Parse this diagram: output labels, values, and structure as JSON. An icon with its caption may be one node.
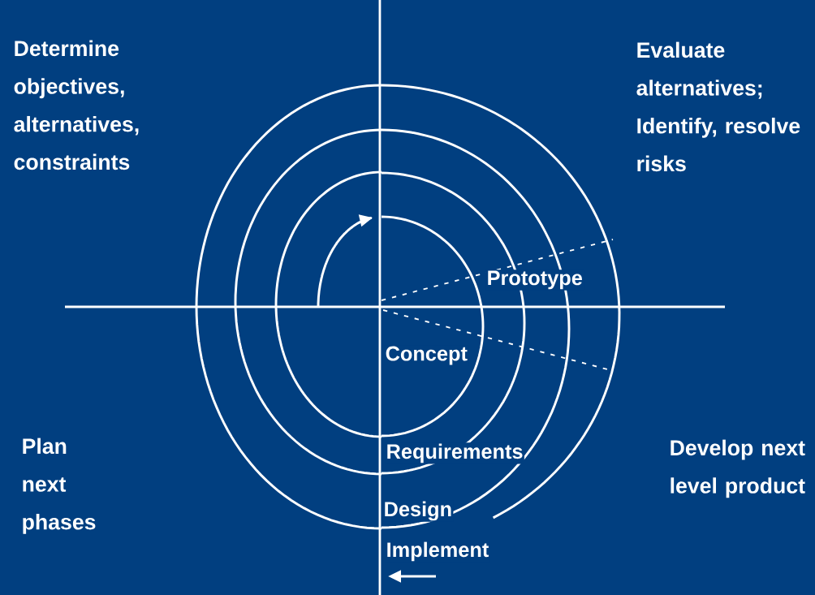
{
  "diagram": {
    "labels": [
      "Determine objectives, alternatives, constraints",
      "Evaluate alternatives; Identify, resolve risks",
      "Prototype",
      "Concept",
      "Requirements",
      "Plan next phases",
      "Develop next level product",
      "Design",
      "Implement"
    ]
  }
}
